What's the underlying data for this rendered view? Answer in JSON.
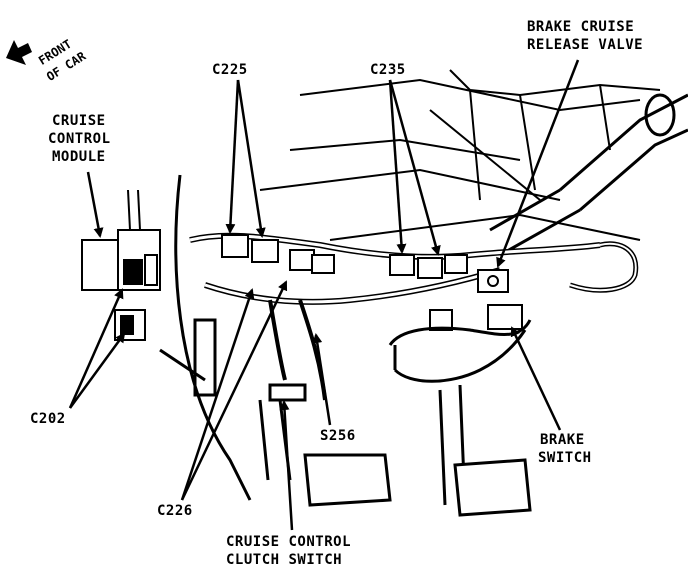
{
  "labels": {
    "front_of_car_line1": "FRONT",
    "front_of_car_line2": "OF CAR",
    "brake_cruise_release_valve_line1": "BRAKE CRUISE",
    "brake_cruise_release_valve_line2": "RELEASE VALVE",
    "c225": "C225",
    "c235": "C235",
    "cruise_control_module_line1": "CRUISE",
    "cruise_control_module_line2": "CONTROL",
    "cruise_control_module_line3": "MODULE",
    "c202": "C202",
    "s256": "S256",
    "brake_switch_line1": "BRAKE",
    "brake_switch_line2": "SWITCH",
    "c226": "C226",
    "cruise_control_clutch_switch_line1": "CRUISE CONTROL",
    "cruise_control_clutch_switch_line2": "CLUTCH SWITCH"
  },
  "colors": {
    "ink": "#000000",
    "paper": "#ffffff"
  }
}
